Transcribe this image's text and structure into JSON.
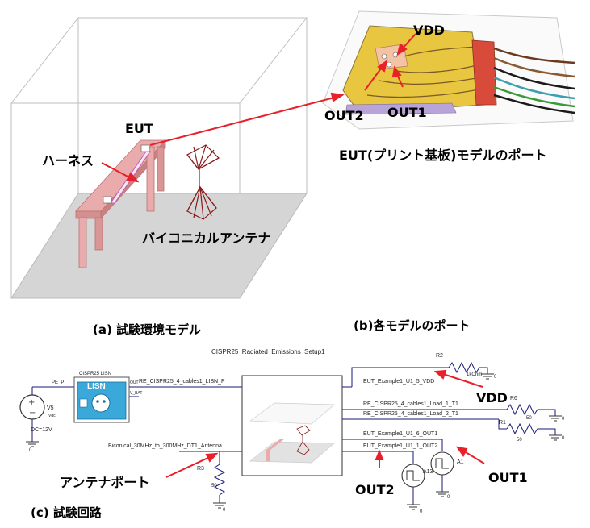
{
  "panel_a": {
    "caption": "(a) 試験環境モデル",
    "eut_label": "EUT",
    "harness_label": "ハーネス",
    "antenna_label": "バイコニカルアンテナ"
  },
  "panel_b": {
    "caption": "(b)各モデルのポート",
    "subtitle": "EUT(プリント基板)モデルのポート",
    "vdd_label": "VDD",
    "out1_label": "OUT1",
    "out2_label": "OUT2"
  },
  "panel_c": {
    "caption": "(c) 試験回路",
    "setup_title": "CISPR25_Radiated_Emissions_Setup1",
    "lisn_title": "CISPR25 LISN",
    "lisn_text": "LISN",
    "lisn_port_p": "PE_P",
    "lisn_port_out": "OUT",
    "lisn_port_v": "V_BAT",
    "lisn_net": "RE_CISPR25_4_cables1_LISN_P",
    "source_name": "V5",
    "source_label": "DC=12V",
    "source_sub": "Vdc",
    "antenna_net": "Biconical_30MHz_to_300MHz_DT1_Antenna",
    "antenna_port_label": "アンテナポート",
    "out2_label": "OUT2",
    "out1_label": "OUT1",
    "vdd_label": "VDD",
    "nets": [
      "EUT_Example1_U1_5_VDD",
      "RE_CISPR25_4_cables1_Load_1_T1",
      "RE_CISPR25_4_cables1_Load_2_T1",
      "EUT_Example1_U1_6_OUT1",
      "EUT_Example1_U1_1_OUT2"
    ],
    "r2_name": "R2",
    "r2_value": "1kOhm",
    "r6_name": "R6",
    "r6_value": "50",
    "r1_name": "R1",
    "r1_value": "50",
    "r3_name": "R3",
    "r3_value": "50",
    "a13_name": "A13",
    "a1_name": "A1",
    "gnd_value": "0"
  },
  "colors": {
    "arrow": "#e8202a",
    "table": "#e7a3a3",
    "table_dark": "#c98686",
    "floor": "#d5d5d5",
    "antenna": "#8b1a1a",
    "board": "#e8c640",
    "copper": "#f0b59a",
    "wire": "#1a1a7a",
    "source": "#38a0c8"
  }
}
